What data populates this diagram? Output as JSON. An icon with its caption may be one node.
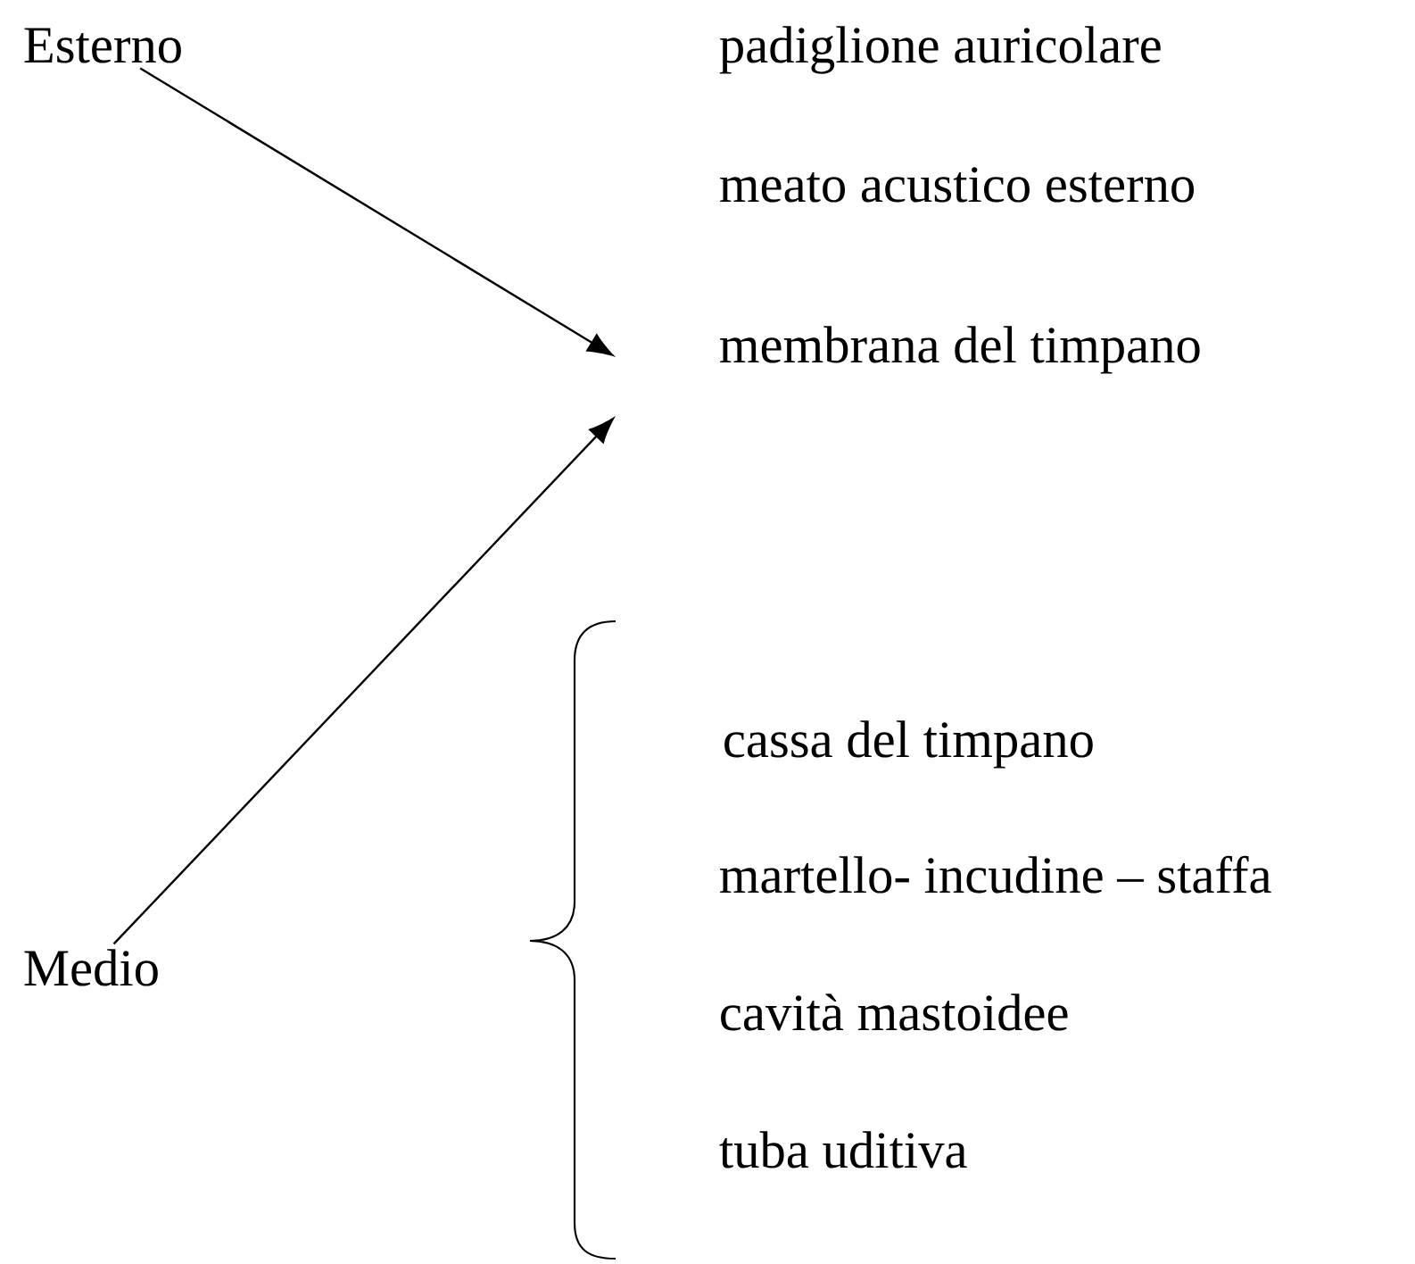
{
  "diagram": {
    "nodes": [
      {
        "text": [
          "Esterno"
        ]
      },
      {
        "text": [
          "Medio"
        ]
      }
    ],
    "edges": [
      {
        "from": 0,
        "to": null,
        "arrow": "to"
      },
      {
        "from": 1,
        "to": null,
        "arrow": "to"
      }
    ],
    "labels": [
      "padiglione auricolare",
      "meato acustico esterno",
      "membrana del timpano",
      "cassa del timpano",
      "martello- incudine – staffa",
      "cavità mastoidee",
      "tuba uditiva"
    ]
  }
}
